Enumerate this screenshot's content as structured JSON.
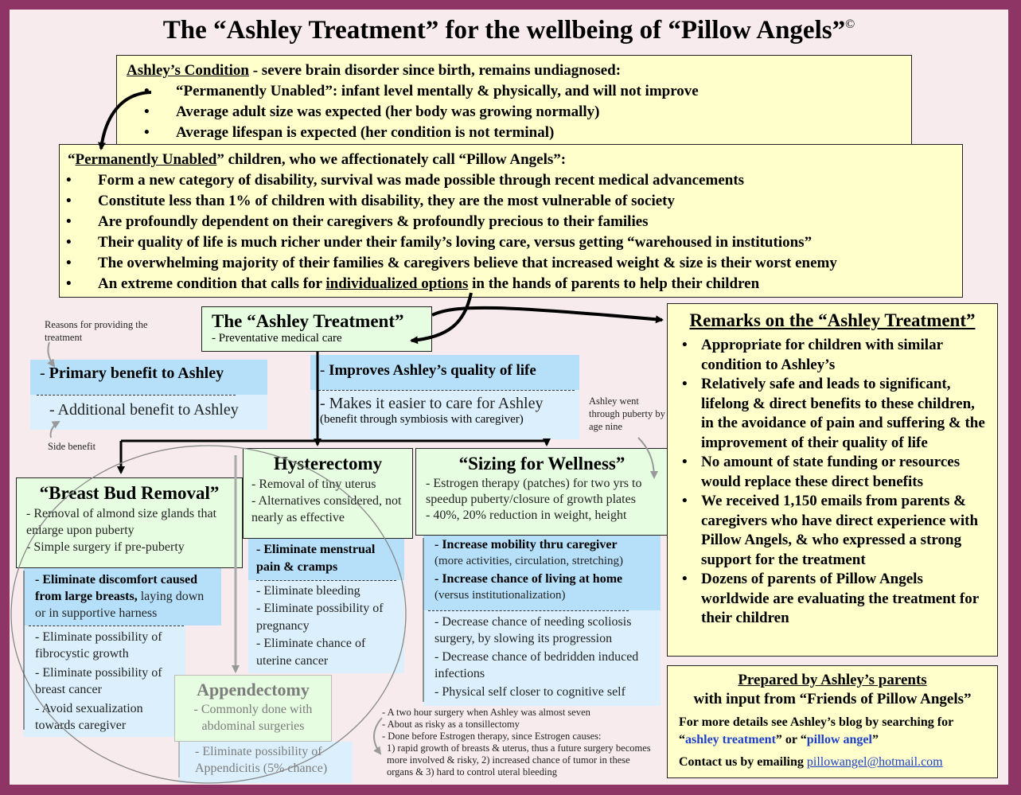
{
  "title": {
    "text": "The “Ashley Treatment” for the wellbeing of “Pillow Angels”",
    "copyright": "©"
  },
  "condition": {
    "heading": "Ashley’s Condition",
    "heading_rest": " - severe brain disorder since birth, remains undiagnosed:",
    "items": [
      "“Permanently Unabled”: infant level mentally & physically, and will not improve",
      "Average adult size was expected (her body was growing normally)",
      "Average lifespan is expected (her condition is not terminal)"
    ]
  },
  "pillow_angels": {
    "heading_open": "“",
    "heading": "Permanently Unabled",
    "heading_rest": "” children, who we affectionately call “Pillow Angels”:",
    "items": [
      "Form a new category of disability, survival was made possible through recent medical advancements",
      "Constitute less than 1% of children with disability, they are the most vulnerable of society",
      "Are profoundly dependent on their caregivers & profoundly precious to their families",
      "Their quality of life is much richer under their family’s loving care, versus getting “warehoused in institutions”",
      "The overwhelming majority of their families & caregivers believe that increased weight & size is their worst enemy"
    ],
    "last_item_pre": "An extreme condition that calls for ",
    "last_item_link": "individualized options",
    "last_item_post": " in the hands of parents to help their children"
  },
  "treatment": {
    "title": "The “Ashley Treatment”",
    "subtitle": "- Preventative medical care"
  },
  "legend": {
    "reasons_note": "Reasons for providing the treatment",
    "primary": "Primary benefit to Ashley",
    "primary_dash": "- ",
    "additional": "- Additional benefit to Ashley",
    "side_note": "Side benefit"
  },
  "quality": {
    "dash": "- ",
    "primary": "Improves Ashley’s quality of life",
    "secondary": "- Makes it easier to care for Ashley",
    "secondary_note": "(benefit through symbiosis with caregiver)"
  },
  "puberty_note": "Ashley went through puberty by age nine",
  "breast_bud": {
    "title": "“Breast Bud Removal”",
    "desc": [
      "- Removal of almond size glands that enlarge upon puberty",
      "- Simple surgery if pre-puberty"
    ],
    "primary_bold": "- Eliminate discomfort caused from large breasts,",
    "primary_rest": " laying down or in supportive harness",
    "secondary": [
      "- Eliminate possibility of fibrocystic growth",
      "- Eliminate possibility of breast cancer",
      "- Avoid sexualization towards caregiver"
    ]
  },
  "hysterectomy": {
    "title": "Hysterectomy",
    "desc": [
      "- Removal of tiny uterus",
      "- Alternatives considered, not nearly as effective"
    ],
    "primary": "- Eliminate menstrual pain & cramps",
    "secondary": [
      "- Eliminate bleeding",
      "- Eliminate possibility of pregnancy",
      "- Eliminate chance of uterine cancer"
    ]
  },
  "sizing": {
    "title": "“Sizing for Wellness”",
    "desc": [
      "- Estrogen therapy (patches) for two yrs to speedup puberty/closure of growth plates",
      "- 40%, 20% reduction in weight, height"
    ],
    "primary": [
      {
        "bold": "- Increase mobility thru caregiver",
        "note": "(more activities, circulation, stretching)"
      },
      {
        "bold": "- Increase chance of living at home",
        "note": "(versus institutionalization)"
      }
    ],
    "secondary": [
      "- Decrease chance of needing scoliosis surgery, by slowing its progression",
      "- Decrease chance of bedridden induced infections",
      "- Physical self closer to cognitive self"
    ]
  },
  "appendectomy": {
    "title": "Appendectomy",
    "desc": "- Commonly done with abdominal surgeries",
    "secondary": "- Eliminate possibility of Appendicitis (5% chance)"
  },
  "surgery_notes": [
    "- A two hour surgery when Ashley was almost seven",
    "- About as risky as a tonsillectomy",
    "- Done before Estrogen therapy, since Estrogen causes:",
    "1) rapid growth of breasts & uterus, thus a future surgery becomes more involved & risky, 2) increased chance of tumor in these organs & 3) hard to control uteral bleeding"
  ],
  "remarks": {
    "heading": "Remarks on the “Ashley Treatment”",
    "items": [
      "Appropriate for children with similar condition to Ashley’s",
      "Relatively safe and leads to significant, lifelong & direct benefits to these children, in the avoidance of pain and suffering & the improvement of their quality of life",
      "No amount of state funding or resources would replace these direct benefits",
      "We received 1,150 emails from parents & caregivers who have direct experience with Pillow Angels, & who expressed a strong support for the treatment",
      "Dozens of parents of Pillow Angels worldwide are evaluating the treatment for their children"
    ]
  },
  "prepared": {
    "line1": "Prepared by Ashley’s parents",
    "line2": "with input from “Friends of Pillow Angels”",
    "details_pre": "For more details see Ashley’s blog by searching for",
    "q_open1": "“",
    "term1": "ashley treatment",
    "q_mid": "” or “",
    "term2": "pillow angel",
    "q_close": "”",
    "contact_pre": "Contact us by emailing ",
    "email": "pillowangel@hotmail.com"
  },
  "colors": {
    "frame": "#8e3566",
    "background": "#f7ebee",
    "yellow_box": "#ffffcc",
    "green_box": "#e6fde1",
    "blue_primary": "#b6e0fa",
    "blue_secondary": "#dbf0fc",
    "link": "#1d3fc9"
  }
}
